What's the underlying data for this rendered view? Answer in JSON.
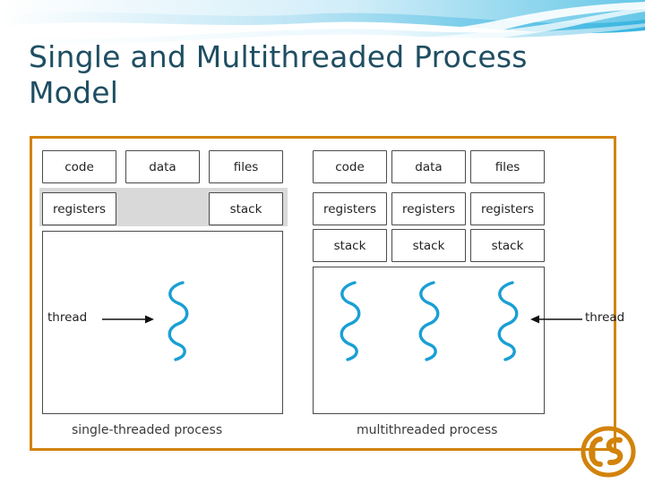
{
  "slide": {
    "title": "Single and Multithreaded Process Model",
    "accent_color": "#d2830a",
    "title_color": "#1f4e62",
    "thread_color": "#1a9fd4"
  },
  "diagram": {
    "single": {
      "caption": "single-threaded process",
      "top_row": [
        "code",
        "data",
        "files"
      ],
      "second_row": [
        "registers",
        "stack"
      ],
      "thread_label": "thread"
    },
    "multi": {
      "caption": "multithreaded process",
      "top_row": [
        "code",
        "data",
        "files"
      ],
      "registers_row": [
        "registers",
        "registers",
        "registers"
      ],
      "stack_row": [
        "stack",
        "stack",
        "stack"
      ],
      "thread_label": "thread"
    }
  },
  "logo": {
    "name": "osu-beaver-logo",
    "text": "CS"
  }
}
